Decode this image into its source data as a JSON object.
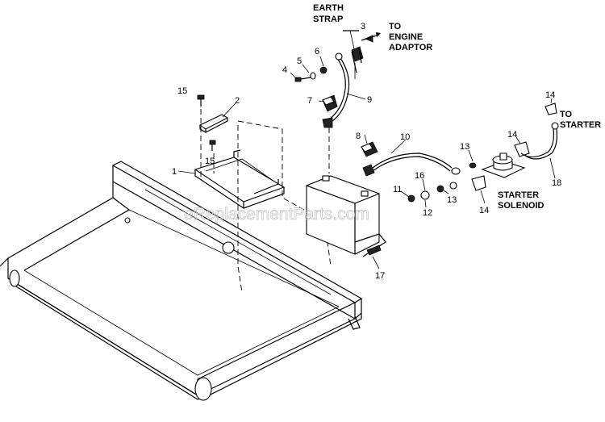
{
  "notes": {
    "earth_strap_1": "EARTH",
    "earth_strap_2": "STRAP",
    "engine_adaptor_1": "TO",
    "engine_adaptor_2": "ENGINE",
    "engine_adaptor_3": "ADAPTOR",
    "to_starter_1": "TO",
    "to_starter_2": "STARTER",
    "starter_solenoid_1": "STARTER",
    "starter_solenoid_2": "SOLENOID"
  },
  "callouts": {
    "c1": "1",
    "c2": "2",
    "c3": "3",
    "c4": "4",
    "c5": "5",
    "c6": "6",
    "c7": "7",
    "c8": "8",
    "c9": "9",
    "c10": "10",
    "c11": "11",
    "c12": "12",
    "c13a": "13",
    "c13b": "13",
    "c14a": "14",
    "c14b": "14",
    "c14c": "14",
    "c15a": "15",
    "c15b": "15",
    "c16": "16",
    "c17": "17",
    "c18": "18"
  },
  "watermark": "eReplacementParts.com"
}
